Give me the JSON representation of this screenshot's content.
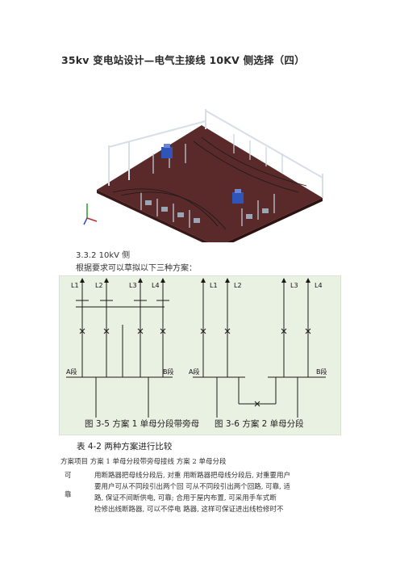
{
  "title": "35kv 变电站设计—电气主接线 10KV 侧选择（四）",
  "section": {
    "heading": "3.3.2 10kV 侧",
    "intro": "根据要求可以草拟以下三种方案："
  },
  "scheme_labels": {
    "left_lines": [
      "L1",
      "L2",
      "L3",
      "L4"
    ],
    "right_lines": [
      "L1",
      "L2",
      "L3",
      "L4"
    ],
    "left_section_a": "A段",
    "left_section_b": "B段",
    "right_section_a": "A段",
    "right_section_b": "B段"
  },
  "captions": {
    "fig_left": "图 3-5 方案 1 单母分段带旁母",
    "fig_right": "图 3-6 方案 2 单母分段"
  },
  "table": {
    "title": "表 4-2 两种方案进行比较",
    "header": "方案项目    方案 1 单母分段带旁母接线      方案 2 单母分段",
    "row_label_1": "可",
    "row_label_2": "靠",
    "lines": [
      "用断路器把母线分段后, 对重 用断路器把母线分段后, 对重要用户",
      "要用户可从不同段引出两个回 可从不同段引出两个回路, 可靠, 适",
      "路,   保证不间断供电, 可靠;   合用于屋内布置,  可采用手车式断",
      "检修出线断路器,  可以不停电 路器,  这样可保证进出线检修时不"
    ]
  },
  "colors": {
    "floor": "#5a2a2a",
    "steel": "#c9d3df",
    "transformer": "#2f55b8",
    "scheme_bg": "#e9f1e3"
  }
}
